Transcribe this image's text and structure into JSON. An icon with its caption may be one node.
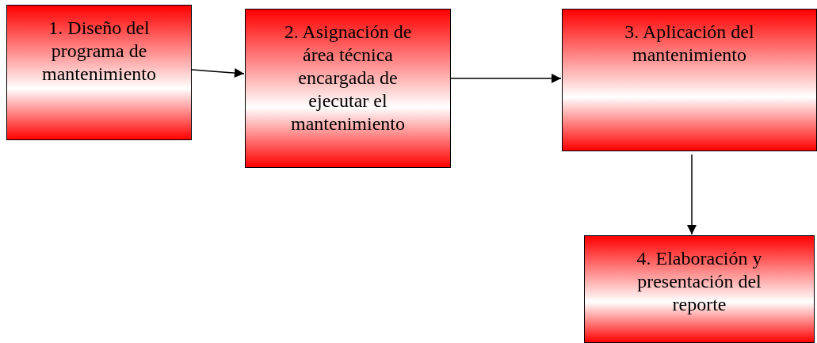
{
  "diagram": {
    "nodes": [
      {
        "text": [
          "1. Diseño del programa de mantenimiento"
        ]
      },
      {
        "text": [
          "2. Asignación de área técnica encargada de ejecutar el mantenimiento"
        ]
      },
      {
        "text": [
          "3. Aplicación del mantenimiento"
        ]
      },
      {
        "text": [
          "4. Elaboración y presentación del reporte"
        ]
      }
    ],
    "edges": [
      {
        "from": 0,
        "to": 1,
        "arrow": "to"
      },
      {
        "from": 1,
        "to": 2,
        "arrow": "to"
      },
      {
        "from": 2,
        "to": 3,
        "arrow": "to"
      }
    ]
  }
}
